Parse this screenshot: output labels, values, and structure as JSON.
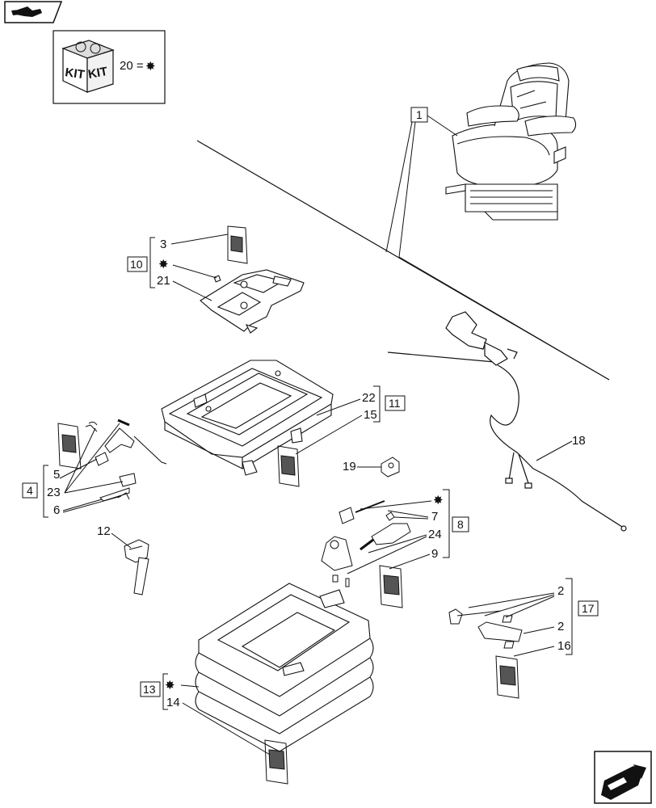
{
  "kit_legend": {
    "kit_word": "KIT",
    "equation": "20 =",
    "symbol": "✸"
  },
  "callouts": {
    "c1": "1",
    "c2a": "2",
    "c2b": "2",
    "c3": "3",
    "c4": "4",
    "c5": "5",
    "c6": "6",
    "c7": "7",
    "c8": "8",
    "c9": "9",
    "c10": "10",
    "c11": "11",
    "c12": "12",
    "c13": "13",
    "c14": "14",
    "c15": "15",
    "c16": "16",
    "c17": "17",
    "c18": "18",
    "c19": "19",
    "c21": "21",
    "c22": "22",
    "c23": "23",
    "c24": "24"
  },
  "star_symbol": "✸"
}
